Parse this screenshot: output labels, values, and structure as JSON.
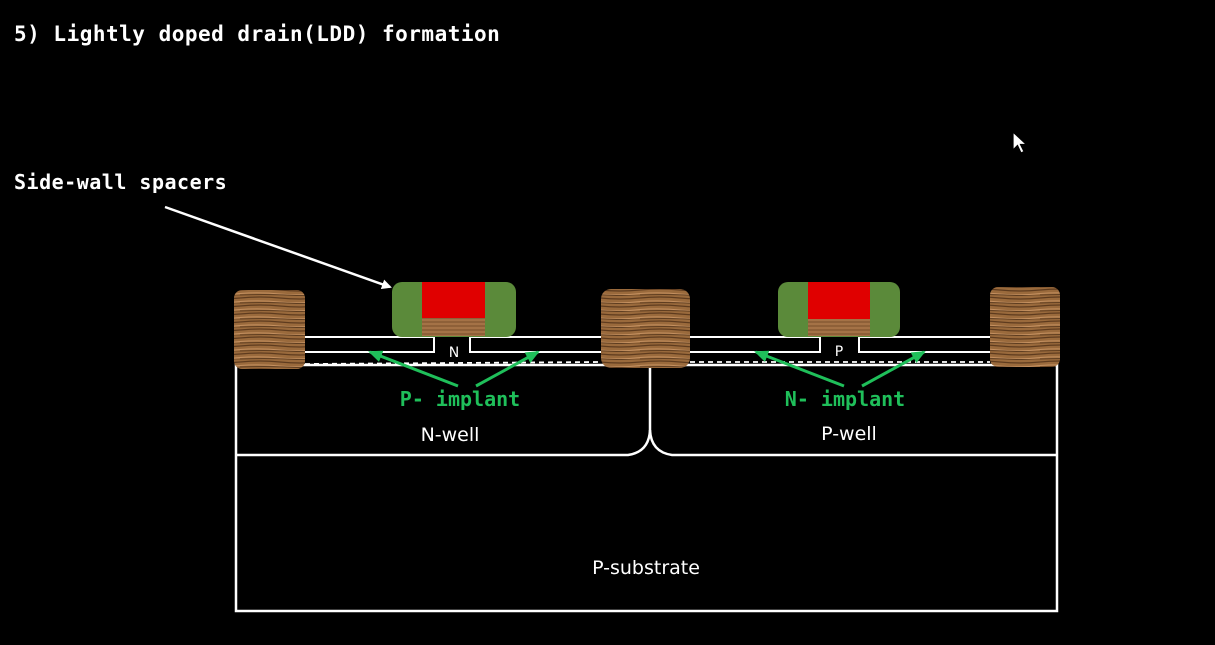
{
  "heading": "5) Lightly doped drain(LDD) formation",
  "annotation": "Side-wall spacers",
  "regions": {
    "nwell": "N-well",
    "pwell": "P-well",
    "substrate": "P-substrate"
  },
  "gates": {
    "left_under": "N",
    "right_under": "P"
  },
  "implants": {
    "left": "P- implant",
    "right": "N- implant"
  },
  "colors": {
    "background": "#000000",
    "outline": "#ffffff",
    "spacer": "#5b8a3a",
    "gate": "#e00000",
    "implant_arrow": "#1fbf5a",
    "field_oxide": "#9a6a3c"
  },
  "icons": [
    "mouse-pointer-icon"
  ]
}
